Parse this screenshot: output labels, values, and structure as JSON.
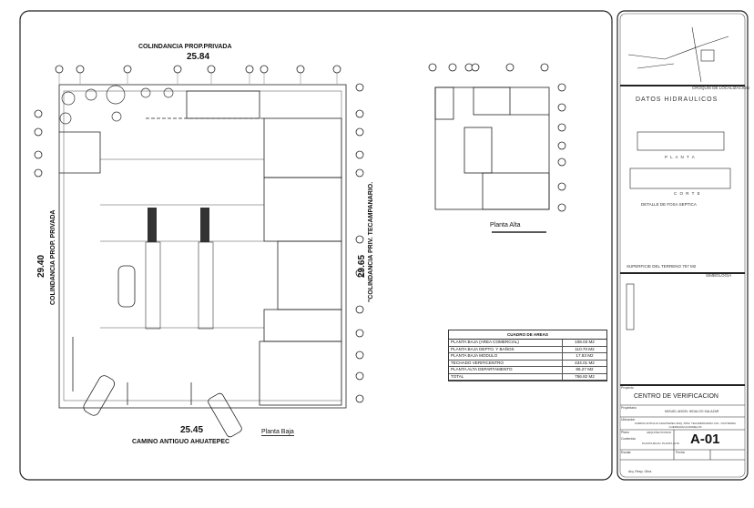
{
  "plan": {
    "top_label": "COLINDANCIA PROP.PRIVADA",
    "top_dim": "25.84",
    "left_dim": "29.40",
    "left_label": "COLINDANCIA PROP. PRIVADA",
    "right_dim": "29.65",
    "right_label": "\"COLINDANCIA PRIV. TECAMPANARIO.",
    "bottom_dim": "25.45",
    "bottom_label": "CAMINO ANTIGUO AHUATEPEC",
    "ground_floor_label": "Planta Baja",
    "upper_floor_label": "Planta Alta"
  },
  "areas_table": {
    "title": "CUADRO DE AREAS",
    "rows": [
      {
        "label": "PLANTA BAJA (AREA COMERCIAL)",
        "value": "108.03 M2"
      },
      {
        "label": "PLANTA BAJA DEPTO. Y BAÑOS",
        "value": "110.70 M2"
      },
      {
        "label": "PLANTA BAJA MODULO",
        "value": "17.83 M2"
      },
      {
        "label": "TECHADO VERIFICENTRO",
        "value": "434.01 M2"
      },
      {
        "label": "PLANTA ALTA DEPARTAMENTO",
        "value": "86.27 M2"
      },
      {
        "label": "TOTAL",
        "value": "756.82 M2"
      }
    ]
  },
  "title_block": {
    "location_sketch": "CROQUIS DE LOCALIZACION",
    "hydraulic_title": "DATOS HIDRAULICOS",
    "plan_label": "P L A N T A",
    "section_label": "C O R T E",
    "septic_detail": "DETALLE DE FOSA SEPTICA",
    "land_area": "SUPERFICIE DEL TERRENO 757 M2",
    "symbology": "SIMBOLOGIA",
    "project_label": "Proyecto",
    "project_name": "CENTRO DE VERIFICACION",
    "owner_label": "Propietario",
    "owner": "MIGUEL ANGEL HIDALGO SALAZAR",
    "address_label": "Ubicacion",
    "address": "CAMINO ANTIGUO AHUATEPEC ESQ. PRIV. TECAMPANARIO COL. OCOTEPEC CUERNAVACA MORELOS",
    "plano_label": "Plano",
    "plano": "ARQUITECTONICO",
    "contents_label": "Contenido",
    "contents": "PLANTA BAJA / PLANTA ALTA",
    "sheet": "A-01",
    "scale_label": "Escala",
    "date_label": "Fecha",
    "footer": "Arq. Resp. Obra"
  }
}
